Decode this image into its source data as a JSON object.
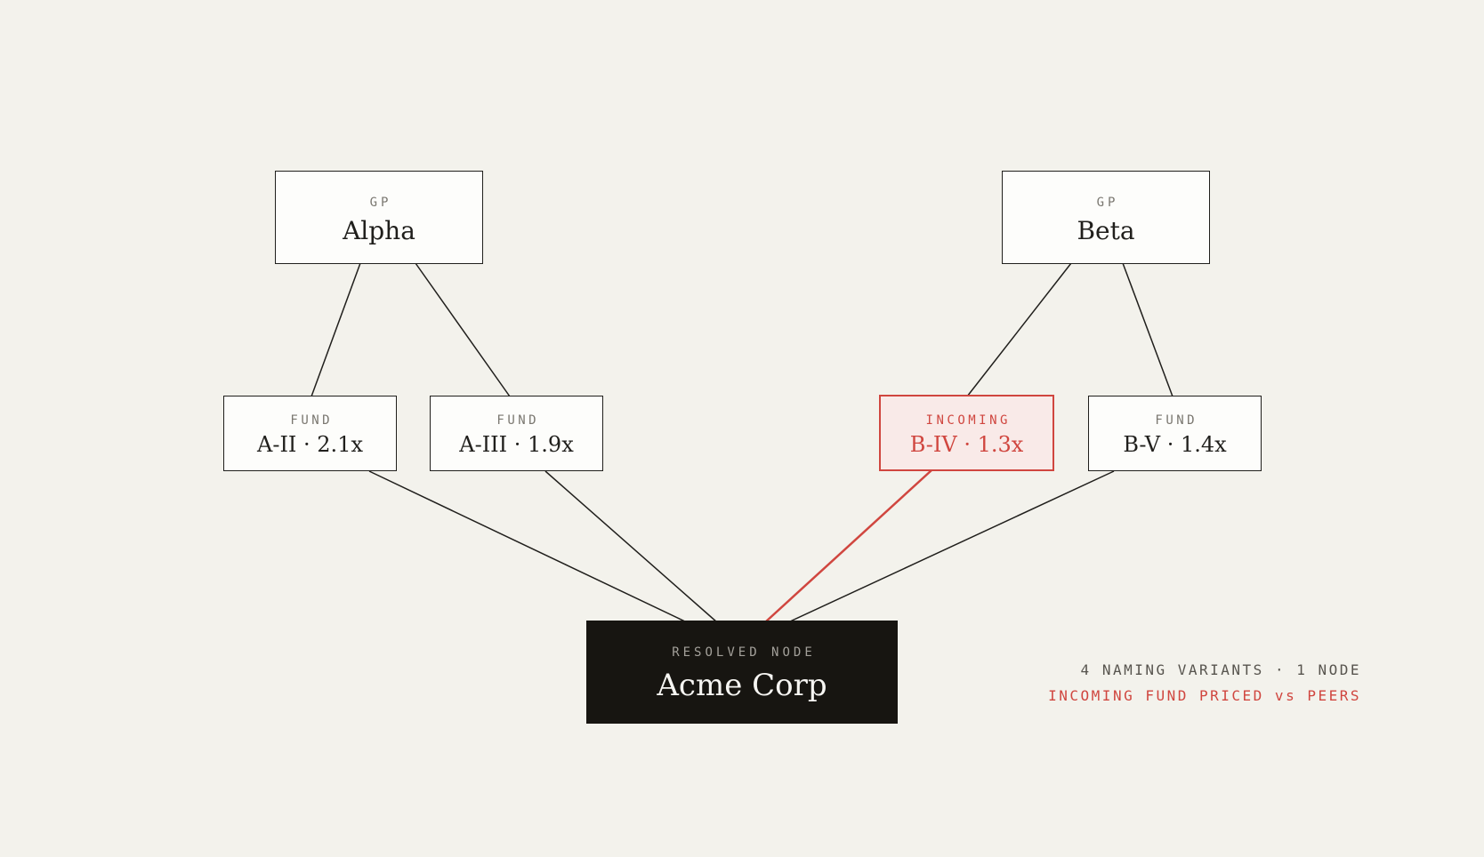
{
  "colors": {
    "background": "#f3f2ec",
    "ink": "#201f1c",
    "node_fill": "#fdfdfb",
    "accent_red": "#d0463f",
    "accent_red_fill": "#f9eae8",
    "resolved_fill": "#171511",
    "label_gray": "#7a7770",
    "resolved_label_gray": "#a3a09a",
    "resolved_text": "#f6f5f2",
    "caption_gray": "#57544e"
  },
  "nodes": {
    "gp_alpha": {
      "type_label": "GP",
      "name": "Alpha"
    },
    "gp_beta": {
      "type_label": "GP",
      "name": "Beta"
    },
    "fund_a2": {
      "type_label": "FUND",
      "name": "A-II · 2.1x"
    },
    "fund_a3": {
      "type_label": "FUND",
      "name": "A-III · 1.9x"
    },
    "fund_b4": {
      "type_label": "INCOMING",
      "name": "B-IV · 1.3x"
    },
    "fund_b5": {
      "type_label": "FUND",
      "name": "B-V · 1.4x"
    },
    "resolved": {
      "type_label": "RESOLVED NODE",
      "name": "Acme Corp"
    }
  },
  "edges": [
    {
      "from": "gp_alpha",
      "to": "fund_a2",
      "style": "normal"
    },
    {
      "from": "gp_alpha",
      "to": "fund_a3",
      "style": "normal"
    },
    {
      "from": "gp_beta",
      "to": "fund_b4",
      "style": "normal"
    },
    {
      "from": "gp_beta",
      "to": "fund_b5",
      "style": "normal"
    },
    {
      "from": "fund_a2",
      "to": "resolved",
      "style": "normal"
    },
    {
      "from": "fund_a3",
      "to": "resolved",
      "style": "normal"
    },
    {
      "from": "fund_b4",
      "to": "resolved",
      "style": "highlight"
    },
    {
      "from": "fund_b5",
      "to": "resolved",
      "style": "normal"
    }
  ],
  "caption": {
    "line1": "4 NAMING VARIANTS · 1 NODE",
    "line2": "INCOMING FUND PRICED vs PEERS"
  }
}
